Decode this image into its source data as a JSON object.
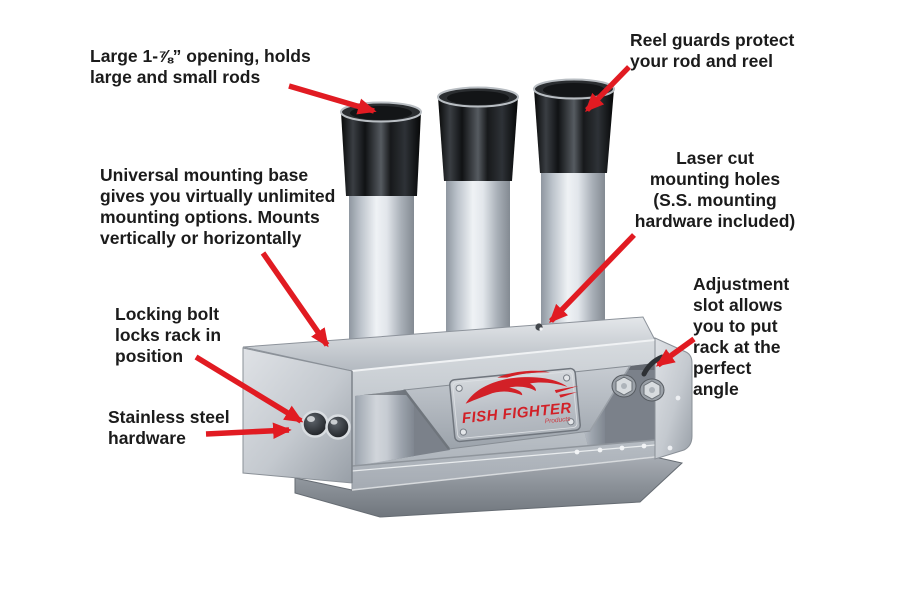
{
  "scene": {
    "background": "#ffffff",
    "arrow_color": "#e11b22",
    "text_color": "#1b1b1b"
  },
  "product": {
    "name": "fish-fighter-three-rod-holder-rack",
    "tube_count": 3,
    "logo": {
      "brand": "FISH FIGHTER",
      "sub": "Products",
      "color": "#d22027"
    }
  },
  "callouts": {
    "opening": {
      "lines": [
        "Large 1-⅞” opening, holds",
        "large and small rods"
      ]
    },
    "reel_guards": {
      "lines": [
        "Reel guards protect",
        "your rod and reel"
      ]
    },
    "mounting_base": {
      "lines": [
        "Universal mounting base",
        "gives you virtually unlimited",
        "mounting options. Mounts",
        "vertically or horizontally"
      ]
    },
    "laser_holes": {
      "lines": [
        "Laser cut",
        "mounting holes",
        "(S.S. mounting",
        "hardware included)"
      ]
    },
    "adjustment_slot": {
      "lines": [
        "Adjustment",
        "slot allows",
        "you to put",
        "rack at the",
        "perfect",
        "angle"
      ]
    },
    "locking_bolt": {
      "lines": [
        "Locking bolt",
        "locks rack in",
        "position"
      ]
    },
    "stainless": {
      "lines": [
        "Stainless steel",
        "hardware"
      ]
    }
  }
}
